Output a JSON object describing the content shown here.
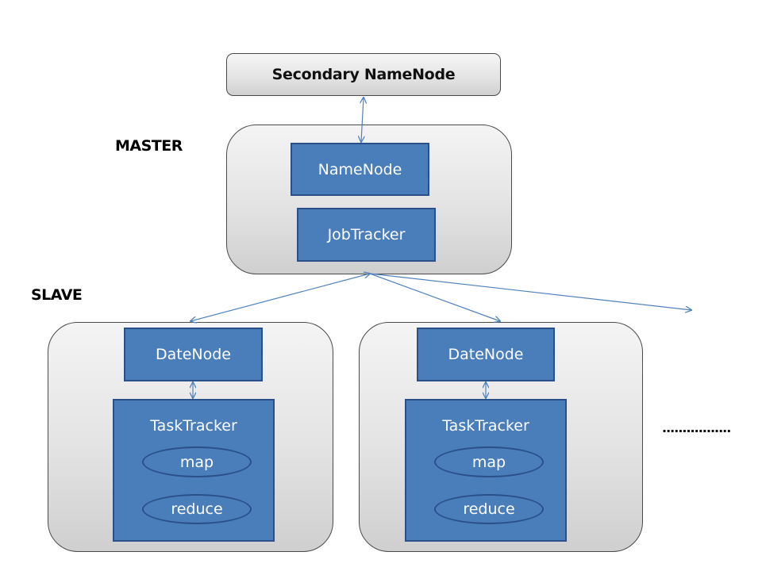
{
  "secondary": {
    "label": "Secondary NameNode"
  },
  "master": {
    "label": "MASTER",
    "namenode": "NameNode",
    "jobtracker": "JobTracker"
  },
  "slave": {
    "label": "SLAVE"
  },
  "slaves": [
    {
      "datanode": "DateNode",
      "tasktracker": "TaskTracker",
      "map": "map",
      "reduce": "reduce"
    },
    {
      "datanode": "DateNode",
      "tasktracker": "TaskTracker",
      "map": "map",
      "reduce": "reduce"
    }
  ],
  "ellipsis": ".................",
  "colors": {
    "node_fill": "#4a7ebb",
    "node_border": "#2b5089",
    "connector": "#4f81bd"
  }
}
